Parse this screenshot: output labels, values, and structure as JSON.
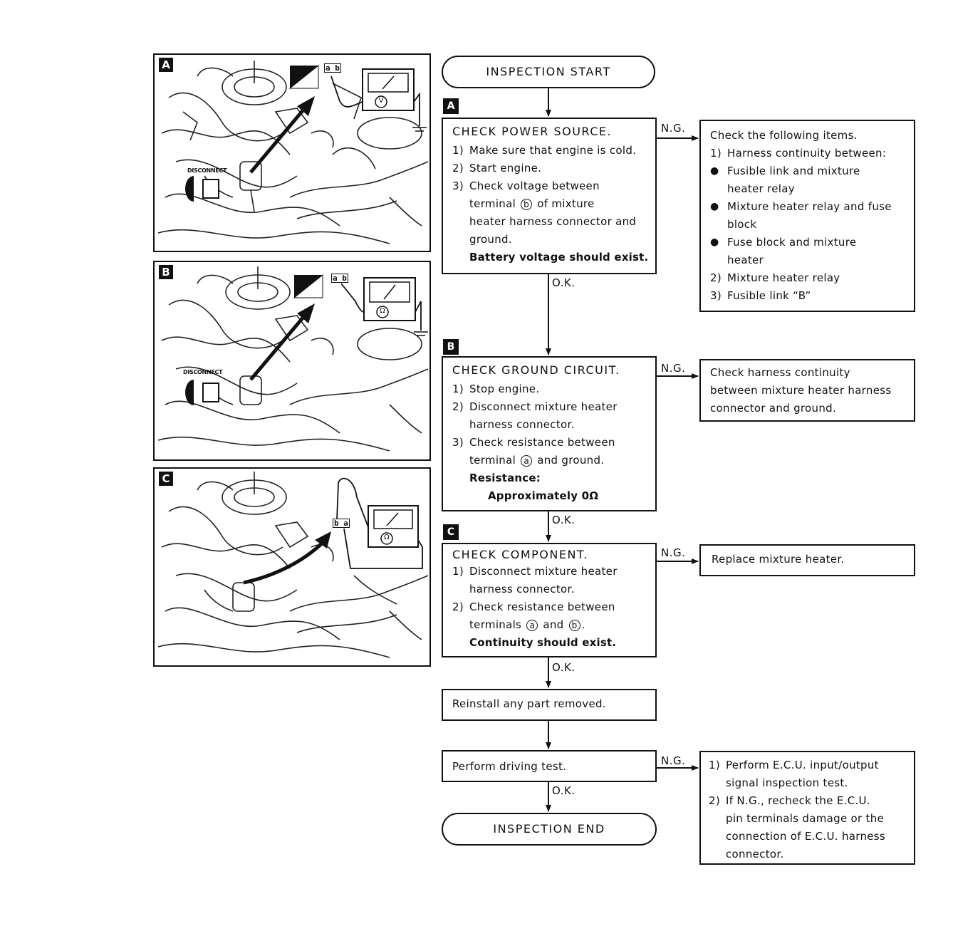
{
  "panels": [
    {
      "tag": "A",
      "disconnect_label": "DISCONNECT",
      "meter_symbol": "V",
      "terminals": "a b"
    },
    {
      "tag": "B",
      "disconnect_label": "DISCONNECT",
      "meter_symbol": "Ω",
      "terminals": "a b"
    },
    {
      "tag": "C",
      "meter_symbol": "Ω",
      "terminals": "b a"
    }
  ],
  "start": "INSPECTION START",
  "end": "INSPECTION END",
  "ok_label": "O.K.",
  "ng_label": "N.G.",
  "step_a": {
    "tag": "A",
    "title": "CHECK POWER SOURCE.",
    "items": [
      {
        "num": "1)",
        "text": "Make sure that engine is cold."
      },
      {
        "num": "2)",
        "text": "Start engine."
      },
      {
        "num": "3)",
        "text": "Check voltage between"
      }
    ],
    "terminal_pre": "terminal",
    "terminal_letter": "b",
    "terminal_post": "of mixture",
    "line_5": "heater harness connector and",
    "line_6": "ground.",
    "result": "Battery voltage should exist."
  },
  "step_a_ng": {
    "intro": "Check the following items.",
    "item1_num": "1)",
    "item1": "Harness continuity between:",
    "bullet_char": "●",
    "bullets": [
      {
        "line1": "Fusible link and mixture",
        "line2": "heater relay"
      },
      {
        "line1": "Mixture heater relay and fuse",
        "line2": "block"
      },
      {
        "line1": "Fuse block and mixture",
        "line2": "heater"
      }
    ],
    "item2_num": "2)",
    "item2": "Mixture heater relay",
    "item3_num": "3)",
    "item3": "Fusible link “B”"
  },
  "step_b": {
    "tag": "B",
    "title": "CHECK GROUND CIRCUIT.",
    "item1_num": "1)",
    "item1": "Stop engine.",
    "item2_num": "2)",
    "item2": "Disconnect mixture heater",
    "item2_cont": "harness connector.",
    "item3_num": "3)",
    "item3": "Check resistance between",
    "terminal_pre": "terminal",
    "terminal_letter": "a",
    "terminal_post": "and ground.",
    "result_label": "Resistance:",
    "result_value": "Approximately 0Ω"
  },
  "step_b_ng": {
    "lines": [
      "Check harness continuity",
      "between mixture heater harness",
      "connector and ground."
    ]
  },
  "step_c": {
    "tag": "C",
    "title": "CHECK COMPONENT.",
    "item1_num": "1)",
    "item1": "Disconnect mixture heater",
    "item1_cont": "harness connector.",
    "item2_num": "2)",
    "item2": "Check resistance between",
    "terminals_pre": "terminals",
    "terminal_a": "a",
    "and": "and",
    "terminal_b": "b",
    "period": ".",
    "result": "Continuity should exist."
  },
  "step_c_ng": {
    "text": "Replace mixture heater."
  },
  "reinstall": {
    "text": "Reinstall any part removed."
  },
  "driving": {
    "text": "Perform driving test."
  },
  "driving_ng": {
    "item1_num": "1)",
    "item1_l1": "Perform E.C.U. input/output",
    "item1_l2": "signal inspection test.",
    "item2_num": "2)",
    "item2_l1": "If N.G., recheck the E.C.U.",
    "item2_l2": "pin terminals damage or the",
    "item2_l3": "connection of E.C.U. harness",
    "item2_l4": "connector."
  }
}
